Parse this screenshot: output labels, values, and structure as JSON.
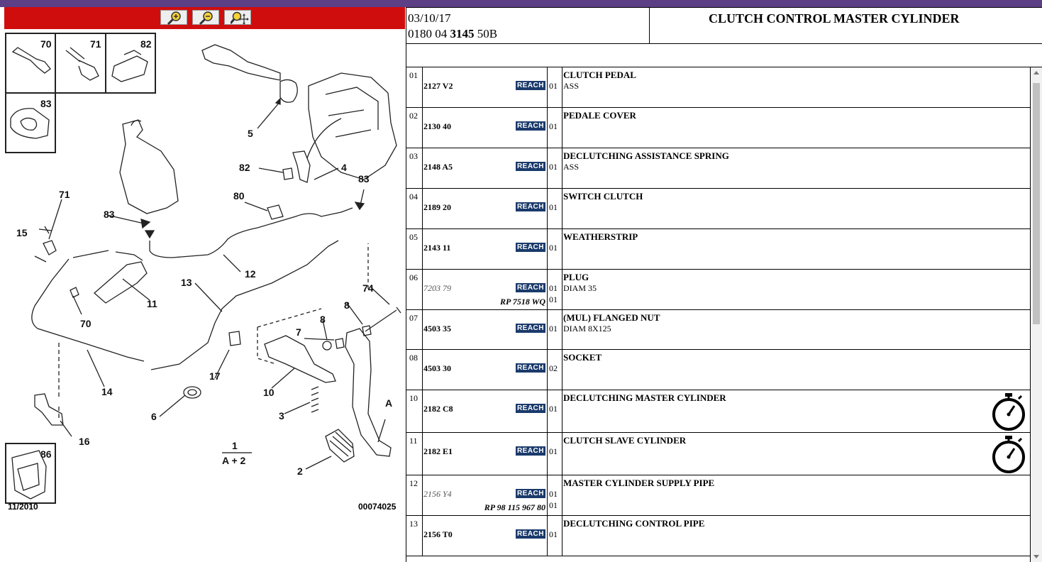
{
  "toolbar": {
    "buttons": [
      "zoom-in",
      "zoom-out",
      "zoom-pan"
    ]
  },
  "diagram": {
    "inset_labels": [
      "70",
      "71",
      "82",
      "83",
      "86"
    ],
    "callouts": [
      "5",
      "82",
      "4",
      "83",
      "71",
      "15",
      "83",
      "80",
      "12",
      "11",
      "13",
      "70",
      "74",
      "8",
      "7",
      "8",
      "17",
      "14",
      "10",
      "6",
      "3",
      "A",
      "16",
      "2"
    ],
    "assembly_label_top": "1",
    "assembly_label_bottom": "A + 2",
    "date": "11/2010",
    "ref": "00074025"
  },
  "header": {
    "date": "03/10/17",
    "code_pre": "0180 04 ",
    "code_bold": "3145",
    "code_post": " 50B",
    "title": "CLUTCH CONTROL MASTER CYLINDER"
  },
  "reach_label": "REACH",
  "rows": [
    {
      "num": "01",
      "ref": "2127 V2",
      "alt": false,
      "qty": "01",
      "desc": "CLUTCH PEDAL",
      "sub": "ASS",
      "rp": "",
      "qty2": "",
      "timer": false
    },
    {
      "num": "02",
      "ref": "2130 40",
      "alt": false,
      "qty": "01",
      "desc": "PEDALE COVER",
      "sub": "",
      "rp": "",
      "qty2": "",
      "timer": false
    },
    {
      "num": "03",
      "ref": "2148 A5",
      "alt": false,
      "qty": "01",
      "desc": "DECLUTCHING ASSISTANCE SPRING",
      "sub": "ASS",
      "rp": "",
      "qty2": "",
      "timer": false
    },
    {
      "num": "04",
      "ref": "2189 20",
      "alt": false,
      "qty": "01",
      "desc": "SWITCH CLUTCH",
      "sub": "",
      "rp": "",
      "qty2": "",
      "timer": false
    },
    {
      "num": "05",
      "ref": "2143 11",
      "alt": false,
      "qty": "01",
      "desc": "WEATHERSTRIP",
      "sub": "",
      "rp": "",
      "qty2": "",
      "timer": false
    },
    {
      "num": "06",
      "ref": "7203 79",
      "alt": true,
      "qty": "01",
      "desc": "PLUG",
      "sub": "DIAM 35",
      "rp": "RP 7518 WQ",
      "qty2": "01",
      "timer": false
    },
    {
      "num": "07",
      "ref": "4503 35",
      "alt": false,
      "qty": "01",
      "desc": "(MUL) FLANGED NUT",
      "sub": "DIAM 8X125",
      "rp": "",
      "qty2": "",
      "timer": false
    },
    {
      "num": "08",
      "ref": "4503 30",
      "alt": false,
      "qty": "02",
      "desc": "SOCKET",
      "sub": "",
      "rp": "",
      "qty2": "",
      "timer": false
    },
    {
      "num": "10",
      "ref": "2182 C8",
      "alt": false,
      "qty": "01",
      "desc": "DECLUTCHING MASTER CYLINDER",
      "sub": "",
      "rp": "",
      "qty2": "",
      "timer": true
    },
    {
      "num": "11",
      "ref": "2182 E1",
      "alt": false,
      "qty": "01",
      "desc": "CLUTCH SLAVE CYLINDER",
      "sub": "",
      "rp": "",
      "qty2": "",
      "timer": true
    },
    {
      "num": "12",
      "ref": "2156 Y4",
      "alt": true,
      "qty": "01",
      "desc": "MASTER CYLINDER SUPPLY PIPE",
      "sub": "",
      "rp": "RP 98 115 967 80",
      "qty2": "01",
      "timer": false
    },
    {
      "num": "13",
      "ref": "2156 T0",
      "alt": false,
      "qty": "01",
      "desc": "DECLUTCHING CONTROL PIPE",
      "sub": "",
      "rp": "",
      "qty2": "",
      "timer": false
    }
  ]
}
